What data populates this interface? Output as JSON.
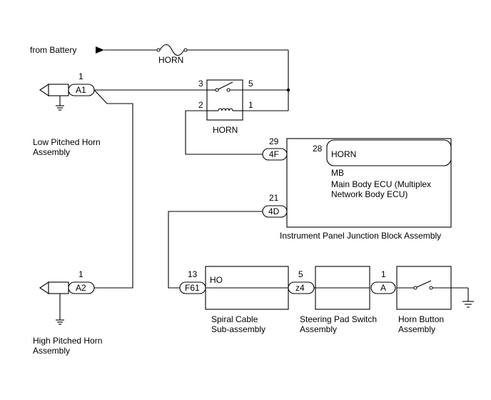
{
  "source": {
    "label": "from Battery"
  },
  "fuse": {
    "label": "HORN"
  },
  "relay": {
    "label": "HORN",
    "pin3": "3",
    "pin5": "5",
    "pin2": "2",
    "pin1": "1"
  },
  "low_horn": {
    "label_line1": "Low Pitched Horn",
    "label_line2": "Assembly",
    "connector": "A1",
    "pin": "1"
  },
  "high_horn": {
    "label_line1": "High Pitched Horn",
    "label_line2": "Assembly",
    "connector": "A2",
    "pin": "1"
  },
  "junction_block": {
    "label": "Instrument Panel Junction Block Assembly",
    "connector_4f": "4F",
    "pin_4f": "29",
    "connector_4d": "4D",
    "pin_4d": "21",
    "ecu_pin": "28",
    "ecu_terminal": "HORN",
    "ecu_code": "MB",
    "ecu_name_line1": "Main Body ECU (Multiplex",
    "ecu_name_line2": "Network Body ECU)"
  },
  "spiral_cable": {
    "label_line1": "Spiral Cable",
    "label_line2": "Sub-assembly",
    "connector": "F61",
    "pin": "13",
    "terminal": "HO"
  },
  "steering_pad": {
    "label_line1": "Steering Pad Switch",
    "label_line2": "Assembly",
    "connector": "z4",
    "pin": "5"
  },
  "horn_button": {
    "label_line1": "Horn Button",
    "label_line2": "Assembly",
    "connector": "A",
    "pin": "1"
  }
}
